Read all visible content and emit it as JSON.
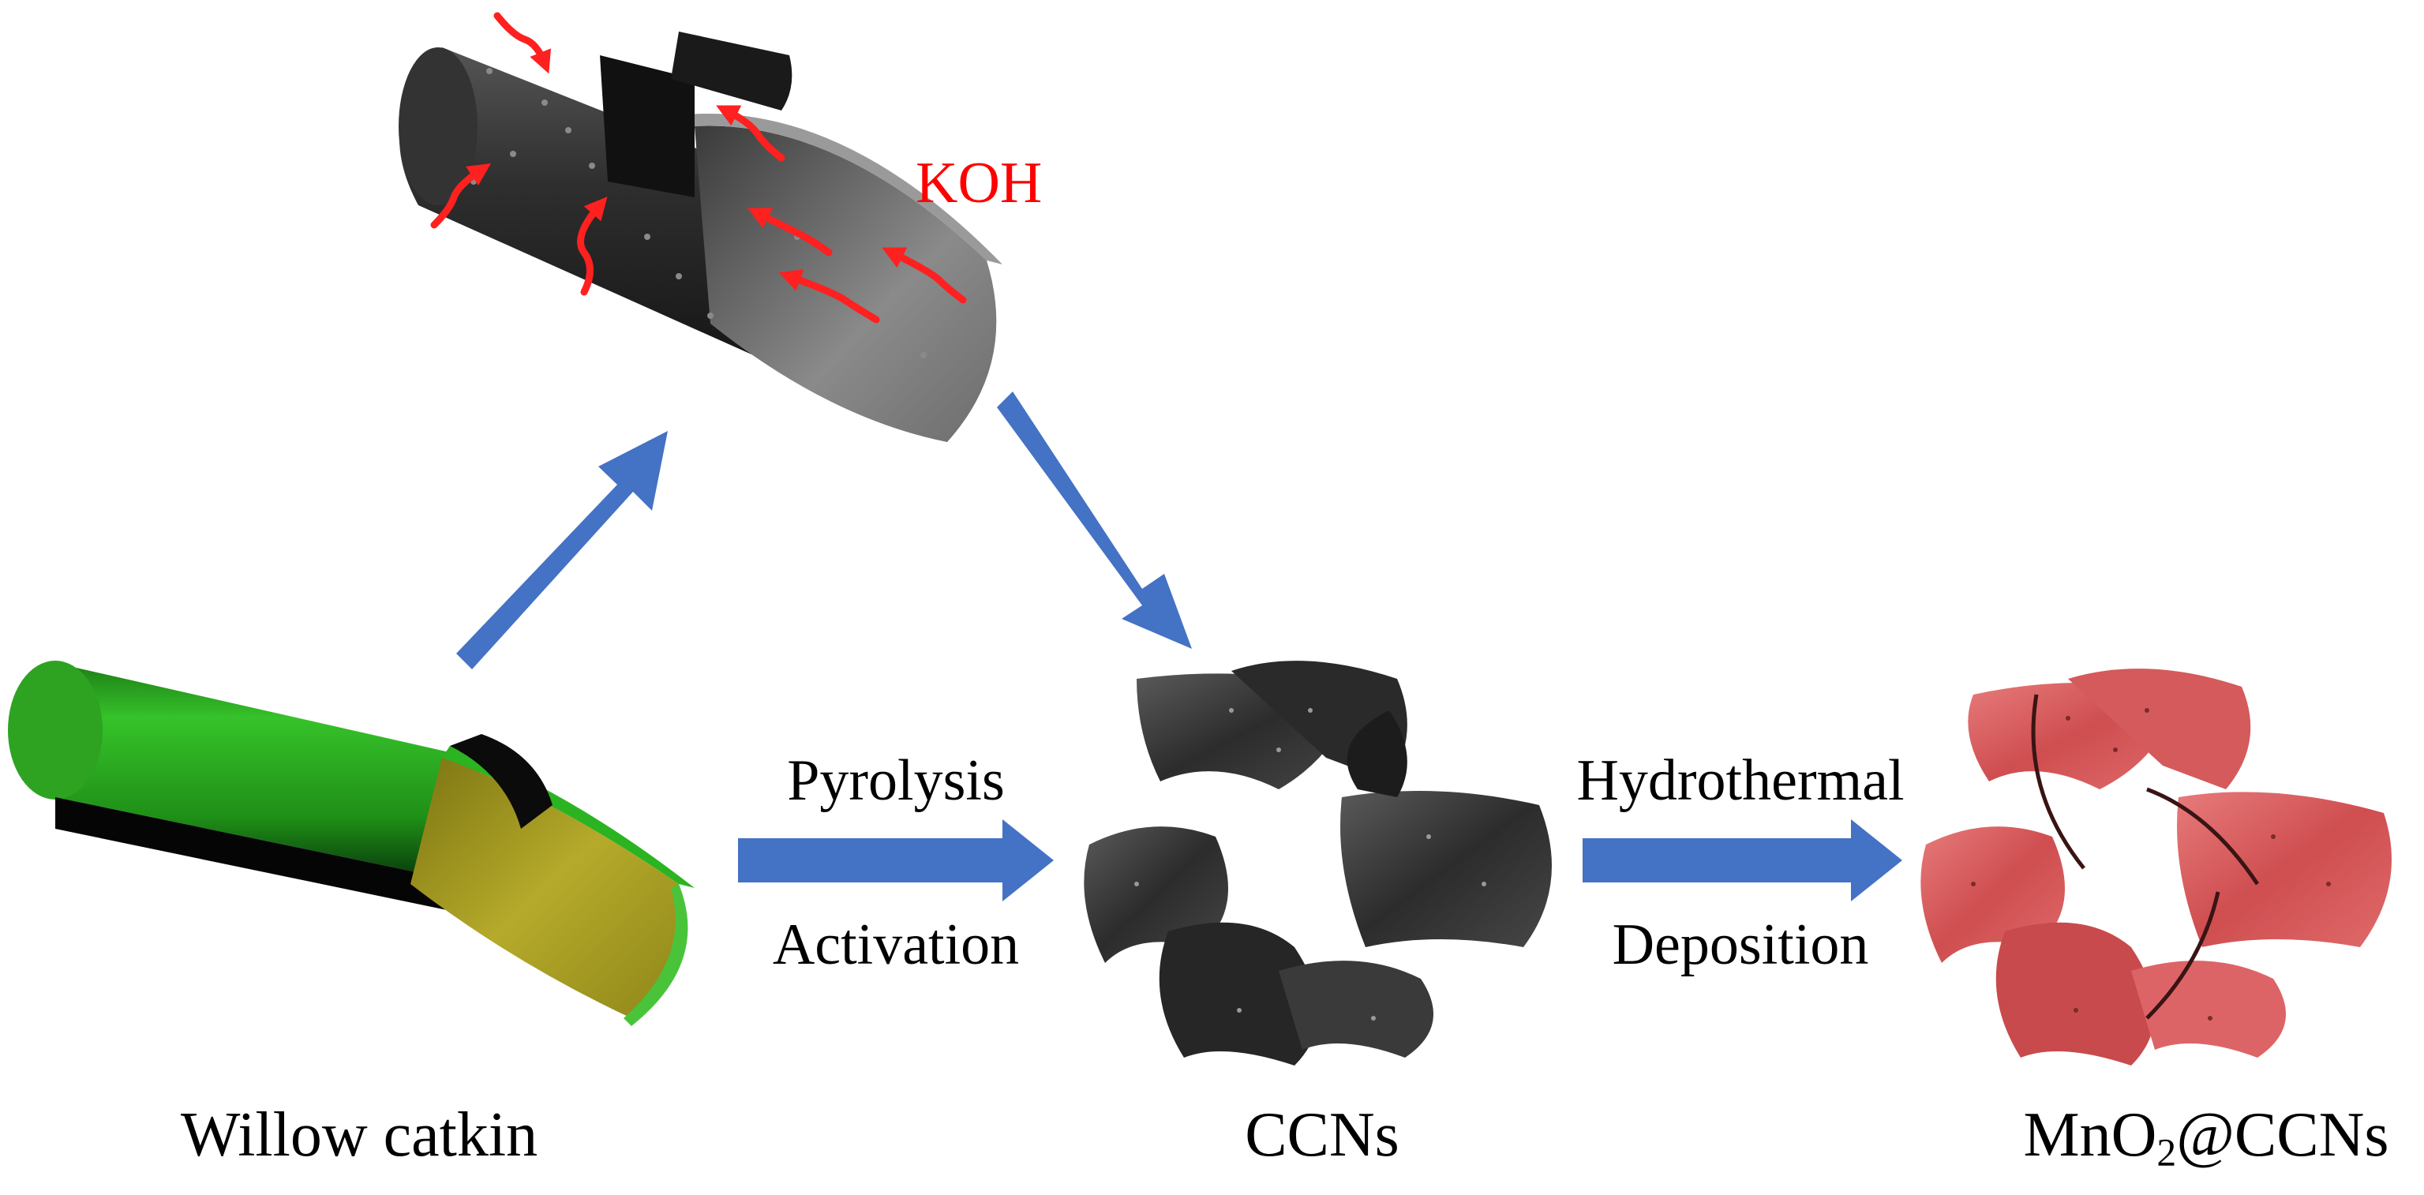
{
  "labels": {
    "reagent": "KOH",
    "step1_top": "Pyrolysis",
    "step1_bottom": "Activation",
    "step2_top": "Hydrothermal",
    "step2_bottom": "Deposition",
    "node_start": "Willow catkin",
    "node_middle": "CCNs",
    "node_end_prefix": "MnO",
    "node_end_subscript": "2",
    "node_end_suffix": "@CCNs"
  },
  "colors": {
    "arrow": "#4472c4",
    "reagent_text": "#ff0000",
    "tube_outer": "#27a81c",
    "tube_inner": "#b1a627",
    "carbon": "#3a3a3a",
    "mno2": "#e06a6a"
  }
}
